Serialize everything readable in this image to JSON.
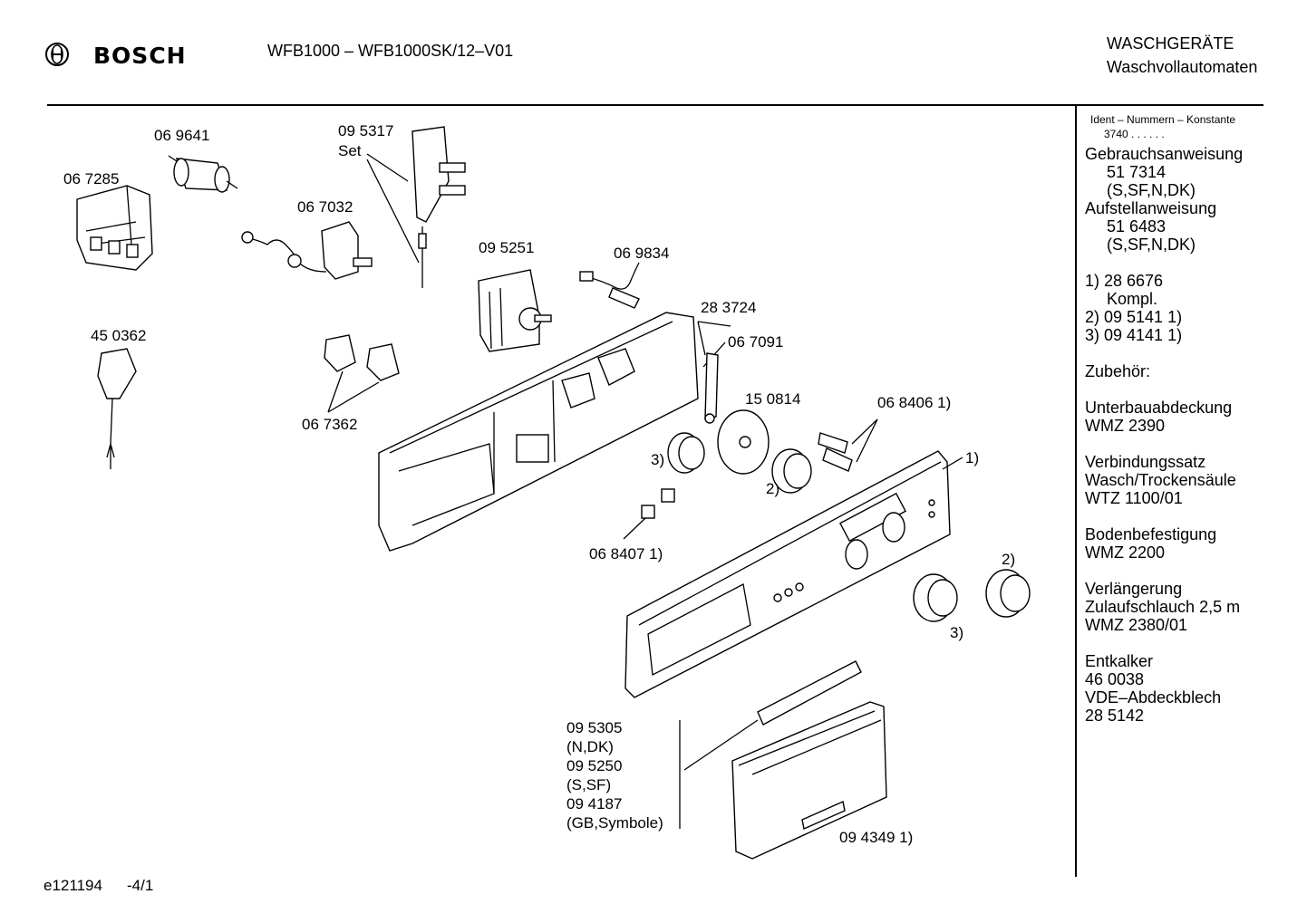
{
  "header": {
    "brand": "BOSCH",
    "model": "WFB1000 – WFB1000SK/12–V01",
    "category": "WASCHGERÄTE",
    "subcategory": "Waschvollautomaten"
  },
  "footer": {
    "doc_id": "e121194",
    "page": "-4/1"
  },
  "sidebar": {
    "ident_title": "Ident – Nummern – Konstante",
    "ident_value": "3740  .  .    .  .  .  .",
    "lines": [
      "Gebrauchsanweisung",
      "51 7314",
      "(S,SF,N,DK)",
      "Aufstellanweisung",
      "51 6483",
      "(S,SF,N,DK)",
      "",
      "1)  28 6676",
      "Kompl.",
      "2)  09 5141 1)",
      "3)  09 4141 1)",
      "",
      "Zubehör:",
      "",
      "Unterbauabdeckung",
      "WMZ 2390",
      "",
      "Verbindungssatz",
      "Wasch/Trockensäule",
      "WTZ 1100/01",
      "",
      "Bodenbefestigung",
      "WMZ 2200",
      "",
      "Verlängerung",
      "Zulaufschlauch 2,5 m",
      "WMZ 2380/01",
      "",
      "Entkalker",
      "46 0038",
      "VDE–Abdeckblech",
      "28 5142"
    ]
  },
  "labels": {
    "p069641": "06 9641",
    "p067285": "06 7285",
    "p095317": "09 5317",
    "set": "Set",
    "p067032": "06 7032",
    "p095251": "09 5251",
    "p069834": "06 9834",
    "p283724": "28 3724",
    "p067091": "06 7091",
    "p450362": "45 0362",
    "p067362": "06 7362",
    "p150814": "15 0814",
    "p068406": "06 8406 1)",
    "ref1": "1)",
    "ref3a": "3)",
    "ref2a": "2)",
    "p068407": "06 8407 1)",
    "ref2b": "2)",
    "ref3b": "3)",
    "p095305": "09 5305",
    "ndk": "(N,DK)",
    "p095250": "09 5250",
    "ssf": "(S,SF)",
    "p094187": "09 4187",
    "gbsym": "(GB,Symbole)",
    "p094349": "09 4349 1)"
  }
}
